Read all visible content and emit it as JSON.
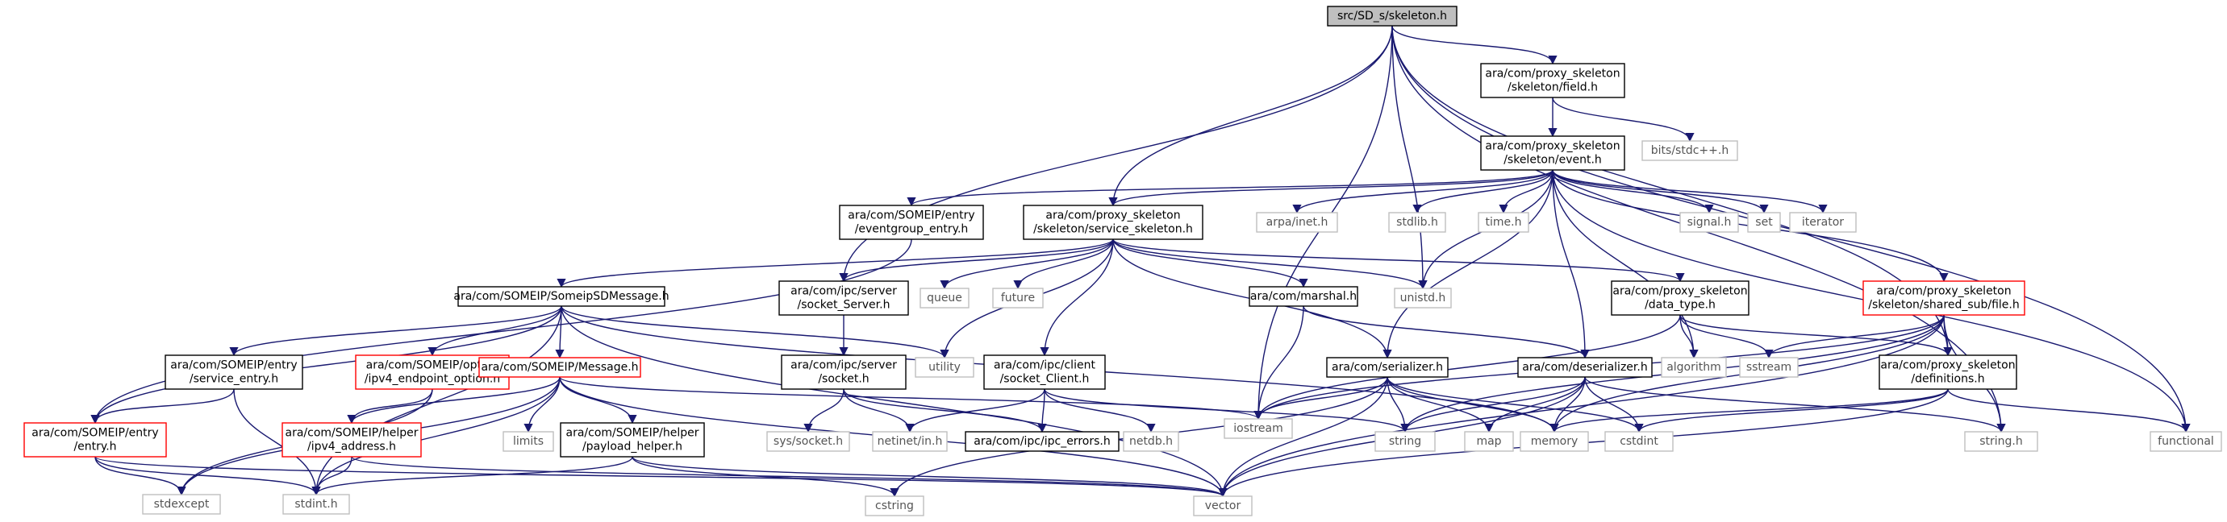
{
  "title": "src/SD_s/skeleton.h",
  "colors": {
    "edge": "#191970",
    "border_normal": "#000000",
    "border_external": "#bfbfbf",
    "border_truncated": "#ff0000",
    "root_fill": "#bfbfbf",
    "text_normal": "#000000",
    "text_external": "#555555"
  },
  "nodes": [
    {
      "id": "root",
      "lines": [
        "src/SD_s/skeleton.h"
      ],
      "kind": "root"
    },
    {
      "id": "field",
      "lines": [
        "ara/com/proxy_skeleton",
        "/skeleton/field.h"
      ],
      "kind": "normal"
    },
    {
      "id": "bits",
      "lines": [
        "bits/stdc++.h"
      ],
      "kind": "external"
    },
    {
      "id": "event",
      "lines": [
        "ara/com/proxy_skeleton",
        "/skeleton/event.h"
      ],
      "kind": "normal"
    },
    {
      "id": "eventgroup",
      "lines": [
        "ara/com/SOMEIP/entry",
        "/eventgroup_entry.h"
      ],
      "kind": "normal"
    },
    {
      "id": "service_sk",
      "lines": [
        "ara/com/proxy_skeleton",
        "/skeleton/service_skeleton.h"
      ],
      "kind": "normal"
    },
    {
      "id": "arpa",
      "lines": [
        "arpa/inet.h"
      ],
      "kind": "external"
    },
    {
      "id": "stdlib",
      "lines": [
        "stdlib.h"
      ],
      "kind": "external"
    },
    {
      "id": "timeh",
      "lines": [
        "time.h"
      ],
      "kind": "external"
    },
    {
      "id": "signal",
      "lines": [
        "signal.h"
      ],
      "kind": "external"
    },
    {
      "id": "set",
      "lines": [
        "set"
      ],
      "kind": "external"
    },
    {
      "id": "iterator",
      "lines": [
        "iterator"
      ],
      "kind": "external"
    },
    {
      "id": "file",
      "lines": [
        "ara/com/proxy_skeleton",
        "/skeleton/shared_sub/file.h"
      ],
      "kind": "truncated"
    },
    {
      "id": "sdmsg",
      "lines": [
        "ara/com/SOMEIP/SomeipSDMessage.h"
      ],
      "kind": "normal"
    },
    {
      "id": "sockserver",
      "lines": [
        "ara/com/ipc/server",
        "/socket_Server.h"
      ],
      "kind": "normal"
    },
    {
      "id": "queue",
      "lines": [
        "queue"
      ],
      "kind": "external"
    },
    {
      "id": "future",
      "lines": [
        "future"
      ],
      "kind": "external"
    },
    {
      "id": "marshal",
      "lines": [
        "ara/com/marshal.h"
      ],
      "kind": "normal"
    },
    {
      "id": "unistd",
      "lines": [
        "unistd.h"
      ],
      "kind": "external"
    },
    {
      "id": "datatype",
      "lines": [
        "ara/com/proxy_skeleton",
        "/data_type.h"
      ],
      "kind": "normal"
    },
    {
      "id": "service_entry",
      "lines": [
        "ara/com/SOMEIP/entry",
        "/service_entry.h"
      ],
      "kind": "normal"
    },
    {
      "id": "ipv4ep",
      "lines": [
        "ara/com/SOMEIP/option",
        "/ipv4_endpoint_option.h"
      ],
      "kind": "truncated"
    },
    {
      "id": "message",
      "lines": [
        "ara/com/SOMEIP/Message.h"
      ],
      "kind": "truncated"
    },
    {
      "id": "utility",
      "lines": [
        "utility"
      ],
      "kind": "external"
    },
    {
      "id": "ipcsocket",
      "lines": [
        "ara/com/ipc/server",
        "/socket.h"
      ],
      "kind": "normal"
    },
    {
      "id": "sockclient",
      "lines": [
        "ara/com/ipc/client",
        "/socket_Client.h"
      ],
      "kind": "normal"
    },
    {
      "id": "serializer",
      "lines": [
        "ara/com/serializer.h"
      ],
      "kind": "normal"
    },
    {
      "id": "deserializer",
      "lines": [
        "ara/com/deserializer.h"
      ],
      "kind": "normal"
    },
    {
      "id": "algorithm",
      "lines": [
        "algorithm"
      ],
      "kind": "external"
    },
    {
      "id": "sstream",
      "lines": [
        "sstream"
      ],
      "kind": "external"
    },
    {
      "id": "definitions",
      "lines": [
        "ara/com/proxy_skeleton",
        "/definitions.h"
      ],
      "kind": "normal"
    },
    {
      "id": "entry",
      "lines": [
        "ara/com/SOMEIP/entry",
        "/entry.h"
      ],
      "kind": "truncated"
    },
    {
      "id": "ipv4addr",
      "lines": [
        "ara/com/SOMEIP/helper",
        "/ipv4_address.h"
      ],
      "kind": "truncated"
    },
    {
      "id": "limits",
      "lines": [
        "limits"
      ],
      "kind": "external"
    },
    {
      "id": "payload",
      "lines": [
        "ara/com/SOMEIP/helper",
        "/payload_helper.h"
      ],
      "kind": "normal"
    },
    {
      "id": "syssocket",
      "lines": [
        "sys/socket.h"
      ],
      "kind": "external"
    },
    {
      "id": "netinet",
      "lines": [
        "netinet/in.h"
      ],
      "kind": "external"
    },
    {
      "id": "ipcerrors",
      "lines": [
        "ara/com/ipc/ipc_errors.h"
      ],
      "kind": "normal"
    },
    {
      "id": "netdb",
      "lines": [
        "netdb.h"
      ],
      "kind": "external"
    },
    {
      "id": "iostream",
      "lines": [
        "iostream"
      ],
      "kind": "external"
    },
    {
      "id": "string",
      "lines": [
        "string"
      ],
      "kind": "external"
    },
    {
      "id": "map",
      "lines": [
        "map"
      ],
      "kind": "external"
    },
    {
      "id": "memory",
      "lines": [
        "memory"
      ],
      "kind": "external"
    },
    {
      "id": "cstdint",
      "lines": [
        "cstdint"
      ],
      "kind": "external"
    },
    {
      "id": "stringh",
      "lines": [
        "string.h"
      ],
      "kind": "external"
    },
    {
      "id": "functional",
      "lines": [
        "functional"
      ],
      "kind": "external"
    },
    {
      "id": "stdexcept",
      "lines": [
        "stdexcept"
      ],
      "kind": "external"
    },
    {
      "id": "stdint",
      "lines": [
        "stdint.h"
      ],
      "kind": "external"
    },
    {
      "id": "cstring",
      "lines": [
        "cstring"
      ],
      "kind": "external"
    },
    {
      "id": "vector",
      "lines": [
        "vector"
      ],
      "kind": "external"
    }
  ],
  "edges": [
    [
      "root",
      "field"
    ],
    [
      "root",
      "service_sk"
    ],
    [
      "root",
      "sockserver"
    ],
    [
      "root",
      "iostream"
    ],
    [
      "root",
      "unistd"
    ],
    [
      "root",
      "definitions"
    ],
    [
      "root",
      "stringh"
    ],
    [
      "root",
      "functional"
    ],
    [
      "field",
      "bits"
    ],
    [
      "field",
      "event"
    ],
    [
      "event",
      "eventgroup"
    ],
    [
      "event",
      "service_sk"
    ],
    [
      "event",
      "arpa"
    ],
    [
      "event",
      "stdlib"
    ],
    [
      "event",
      "timeh"
    ],
    [
      "event",
      "signal"
    ],
    [
      "event",
      "set"
    ],
    [
      "event",
      "iterator"
    ],
    [
      "event",
      "file"
    ],
    [
      "event",
      "unistd"
    ],
    [
      "event",
      "serializer"
    ],
    [
      "event",
      "deserializer"
    ],
    [
      "event",
      "algorithm"
    ],
    [
      "event",
      "functional"
    ],
    [
      "eventgroup",
      "entry"
    ],
    [
      "service_sk",
      "sdmsg"
    ],
    [
      "service_sk",
      "sockserver"
    ],
    [
      "service_sk",
      "queue"
    ],
    [
      "service_sk",
      "future"
    ],
    [
      "service_sk",
      "marshal"
    ],
    [
      "service_sk",
      "unistd"
    ],
    [
      "service_sk",
      "datatype"
    ],
    [
      "service_sk",
      "utility"
    ],
    [
      "service_sk",
      "sockclient"
    ],
    [
      "service_sk",
      "serializer"
    ],
    [
      "sdmsg",
      "service_entry"
    ],
    [
      "sdmsg",
      "ipv4ep"
    ],
    [
      "sdmsg",
      "message"
    ],
    [
      "sdmsg",
      "entry"
    ],
    [
      "sdmsg",
      "utility"
    ],
    [
      "sdmsg",
      "stdint"
    ],
    [
      "sdmsg",
      "vector"
    ],
    [
      "sdmsg",
      "memory"
    ],
    [
      "sockserver",
      "ipcsocket"
    ],
    [
      "marshal",
      "iostream"
    ],
    [
      "marshal",
      "deserializer"
    ],
    [
      "datatype",
      "iostream"
    ],
    [
      "datatype",
      "algorithm"
    ],
    [
      "datatype",
      "sstream"
    ],
    [
      "datatype",
      "definitions"
    ],
    [
      "service_entry",
      "entry"
    ],
    [
      "service_entry",
      "stdint"
    ],
    [
      "ipv4ep",
      "ipv4addr"
    ],
    [
      "ipv4ep",
      "stdexcept"
    ],
    [
      "message",
      "stdexcept"
    ],
    [
      "message",
      "ipv4addr"
    ],
    [
      "message",
      "limits"
    ],
    [
      "message",
      "payload"
    ],
    [
      "message",
      "stdint"
    ],
    [
      "message",
      "vector"
    ],
    [
      "message",
      "iostream"
    ],
    [
      "ipcsocket",
      "syssocket"
    ],
    [
      "ipcsocket",
      "netinet"
    ],
    [
      "ipcsocket",
      "ipcerrors"
    ],
    [
      "sockclient",
      "netinet"
    ],
    [
      "sockclient",
      "ipcerrors"
    ],
    [
      "sockclient",
      "netdb"
    ],
    [
      "sockclient",
      "string"
    ],
    [
      "serializer",
      "iostream"
    ],
    [
      "serializer",
      "string"
    ],
    [
      "serializer",
      "map"
    ],
    [
      "serializer",
      "memory"
    ],
    [
      "serializer",
      "cstdint"
    ],
    [
      "serializer",
      "vector"
    ],
    [
      "serializer",
      "cstring"
    ],
    [
      "deserializer",
      "map"
    ],
    [
      "deserializer",
      "memory"
    ],
    [
      "deserializer",
      "cstdint"
    ],
    [
      "deserializer",
      "string"
    ],
    [
      "deserializer",
      "vector"
    ],
    [
      "deserializer",
      "stringh"
    ],
    [
      "file",
      "iostream"
    ],
    [
      "file",
      "definitions"
    ],
    [
      "file",
      "sstream"
    ],
    [
      "file",
      "string"
    ],
    [
      "file",
      "stringh"
    ],
    [
      "file",
      "vector"
    ],
    [
      "file",
      "memory"
    ],
    [
      "definitions",
      "cstdint"
    ],
    [
      "definitions",
      "memory"
    ],
    [
      "definitions",
      "vector"
    ],
    [
      "definitions",
      "functional"
    ],
    [
      "entry",
      "stdexcept"
    ],
    [
      "entry",
      "stdint"
    ],
    [
      "entry",
      "vector"
    ],
    [
      "ipv4addr",
      "stdint"
    ],
    [
      "ipv4addr",
      "vector"
    ],
    [
      "payload",
      "cstring"
    ],
    [
      "payload",
      "stdint"
    ],
    [
      "payload",
      "vector"
    ]
  ]
}
